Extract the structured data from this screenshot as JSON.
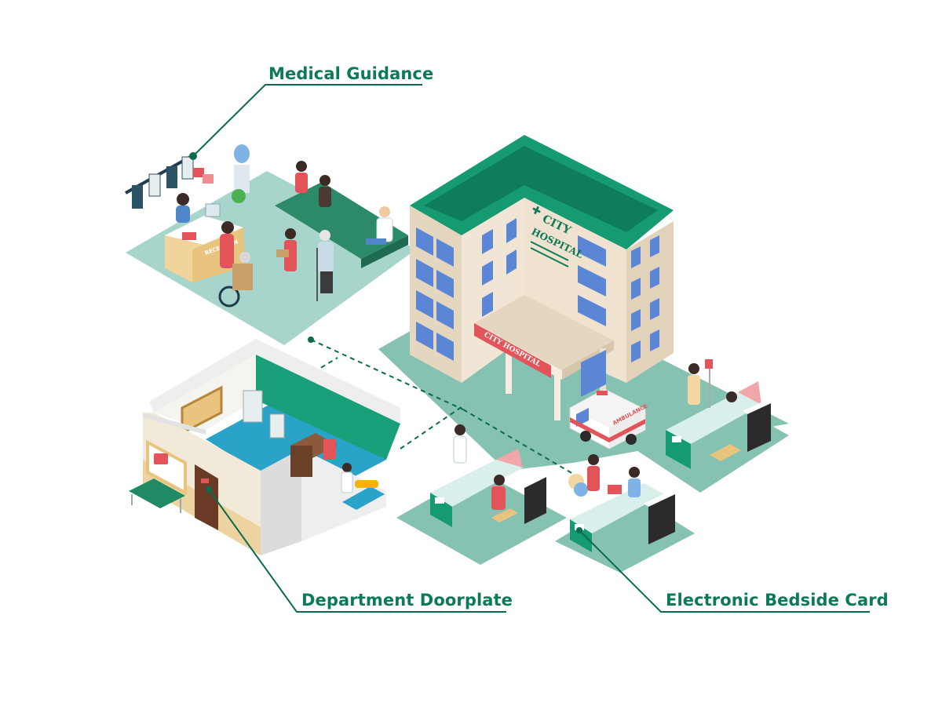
{
  "callouts": {
    "medical_guidance": "Medical Guidance",
    "department_doorplate": "Department Doorplate",
    "electronic_bedside_card": "Electronic Bedside Card"
  },
  "building": {
    "roof_sign": "CITY HOSPITAL",
    "roof_sign_line1": "CITY",
    "roof_sign_line2": "HOSPITAL",
    "entrance_sign": "CITY HOSPITAL"
  },
  "ambulance": {
    "label": "AMBULANCE"
  },
  "reception": {
    "desk_label": "RECEPTION"
  },
  "colors": {
    "brand_green": "#0b7a57",
    "roof_green": "#159a71",
    "floor_teal": "#86c2b2",
    "floor_light": "#a8d6cc",
    "wall_beige": "#eee0cc",
    "window_blue": "#5b86d6",
    "accent_red": "#e2545a"
  }
}
